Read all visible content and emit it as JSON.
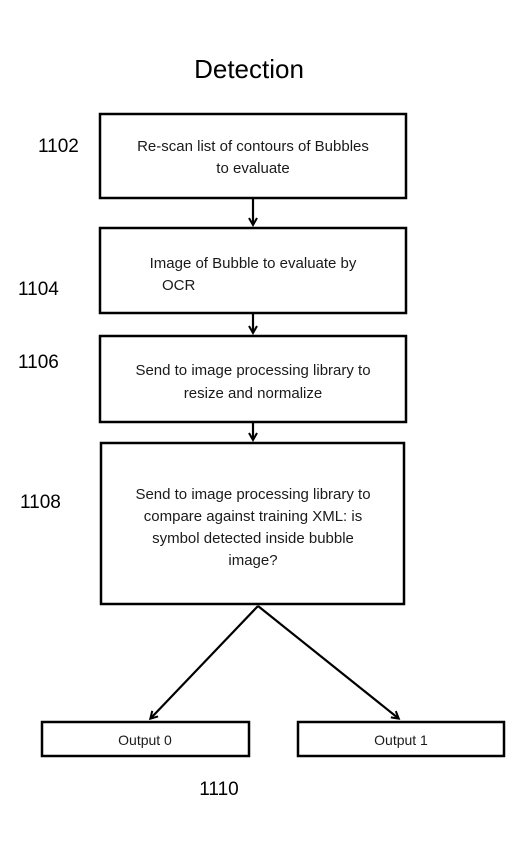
{
  "title": "Detection",
  "steps": [
    {
      "ref": "1102",
      "lines": [
        "Re-scan list of contours of Bubbles",
        "to evaluate"
      ]
    },
    {
      "ref": "1104",
      "lines": [
        "Image of Bubble to evaluate by",
        "OCR"
      ]
    },
    {
      "ref": "1106",
      "lines": [
        "Send to image processing library to",
        "resize and normalize"
      ]
    },
    {
      "ref": "1108",
      "lines": [
        "Send to image processing library to",
        "compare against training XML: is",
        "symbol detected inside bubble",
        "image?"
      ]
    }
  ],
  "outputs": [
    {
      "label": "Output 0"
    },
    {
      "label": "Output 1"
    }
  ],
  "outputs_ref": "1110",
  "colors": {
    "stroke": "#000000",
    "background": "#ffffff"
  }
}
